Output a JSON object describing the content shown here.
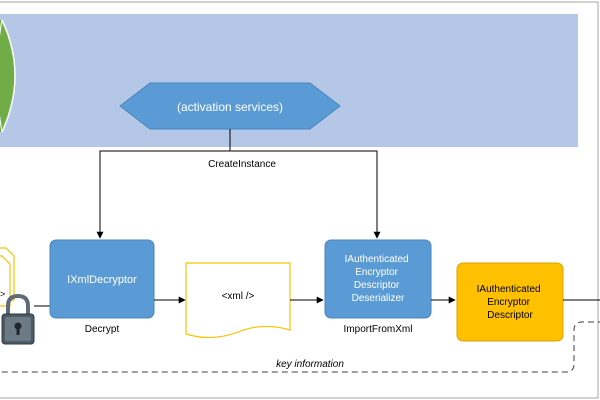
{
  "diagram": {
    "activation_services": "(activation services)",
    "create_instance_label": "CreateInstance",
    "decryptor_box": "IXmlDecryptor",
    "decrypt_label": "Decrypt",
    "xml_document": "<xml />",
    "deserializer_box": [
      "IAuthenticated",
      "Encryptor",
      "Descriptor",
      "Deserializer"
    ],
    "import_label": "ImportFromXml",
    "descriptor_box": [
      "IAuthenticated",
      "Encryptor",
      "Descriptor"
    ],
    "key_info_label": "key information"
  },
  "colors": {
    "band": "#b4c7e7",
    "blue_box": "#5b9bd5",
    "orange_box": "#ffc000",
    "cylinder": "#70ad47",
    "document_border": "#ffc000"
  }
}
